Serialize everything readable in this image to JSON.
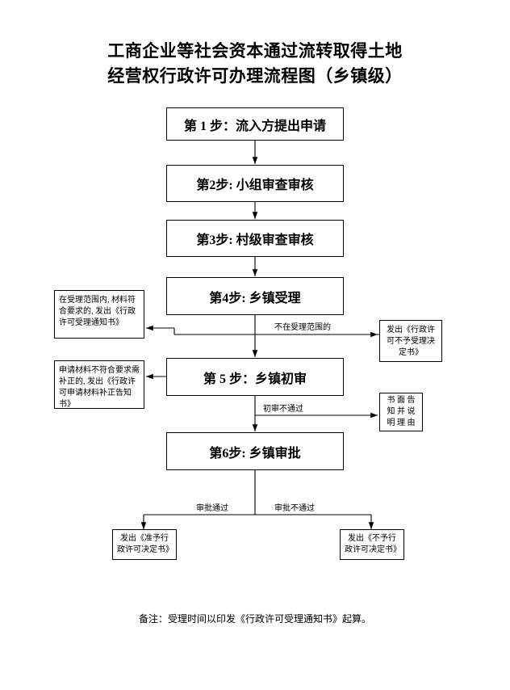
{
  "title": {
    "line1": "工商企业等社会资本通过流转取得土地",
    "line2": "经营权行政许可办理流程图（乡镇级）"
  },
  "steps": [
    {
      "id": "step1",
      "label": "第 1 步：流入方提出申请"
    },
    {
      "id": "step2",
      "label": "第2步: 小组审查审核"
    },
    {
      "id": "step3",
      "label": "第3步: 村级审查审核"
    },
    {
      "id": "step4",
      "label": "第4步: 乡镇受理"
    },
    {
      "id": "step5",
      "label": "第 5 步：乡镇初审"
    },
    {
      "id": "step6",
      "label": "第6步: 乡镇审批"
    }
  ],
  "notes": {
    "accept_ok": "在受理范围内, 材料符合要求的, 发出《行政许可受理通知书》",
    "accept_reject": "发出《行政许可不予受理决定书》",
    "supplement": "申请材料不符合要求需补正的, 发出《行政许可申请材料补正告知书》",
    "written_notice": "书 面 告 知 并 说 明 理 由",
    "approve_ok": "发出《准予行政许可决定书》",
    "approve_no": "发出《不予行政许可决定书》"
  },
  "edge_labels": {
    "not_in_scope": "不在受理范围的",
    "first_review_fail": "初审不通过",
    "approval_pass": "审批通过",
    "approval_fail": "审批不通过"
  },
  "footer": "备注：受理时间以印发《行政许可受理通知书》起算。",
  "colors": {
    "line": "#000000",
    "background": "#ffffff",
    "text": "#000000"
  }
}
